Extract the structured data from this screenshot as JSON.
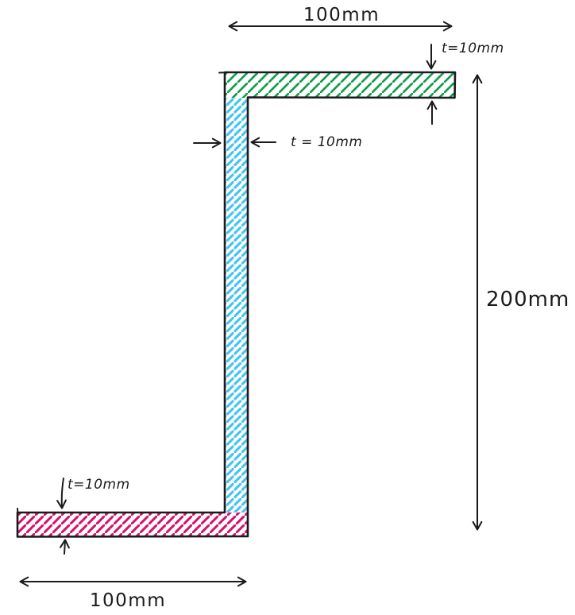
{
  "figure": {
    "labels": {
      "top_width": "100mm",
      "top_flange_thickness": "t=10mm",
      "web_thickness": "t = 10mm",
      "section_height": "200mm",
      "bottom_flange_thickness": "t=10mm",
      "bottom_width": "100mm"
    },
    "colors": {
      "ink": "#1b1b1b",
      "top_flange_hatch": "#109d4a",
      "web_hatch": "#45c4f0",
      "bottom_flange_hatch": "#d6116e",
      "background": "#ffffff"
    }
  }
}
